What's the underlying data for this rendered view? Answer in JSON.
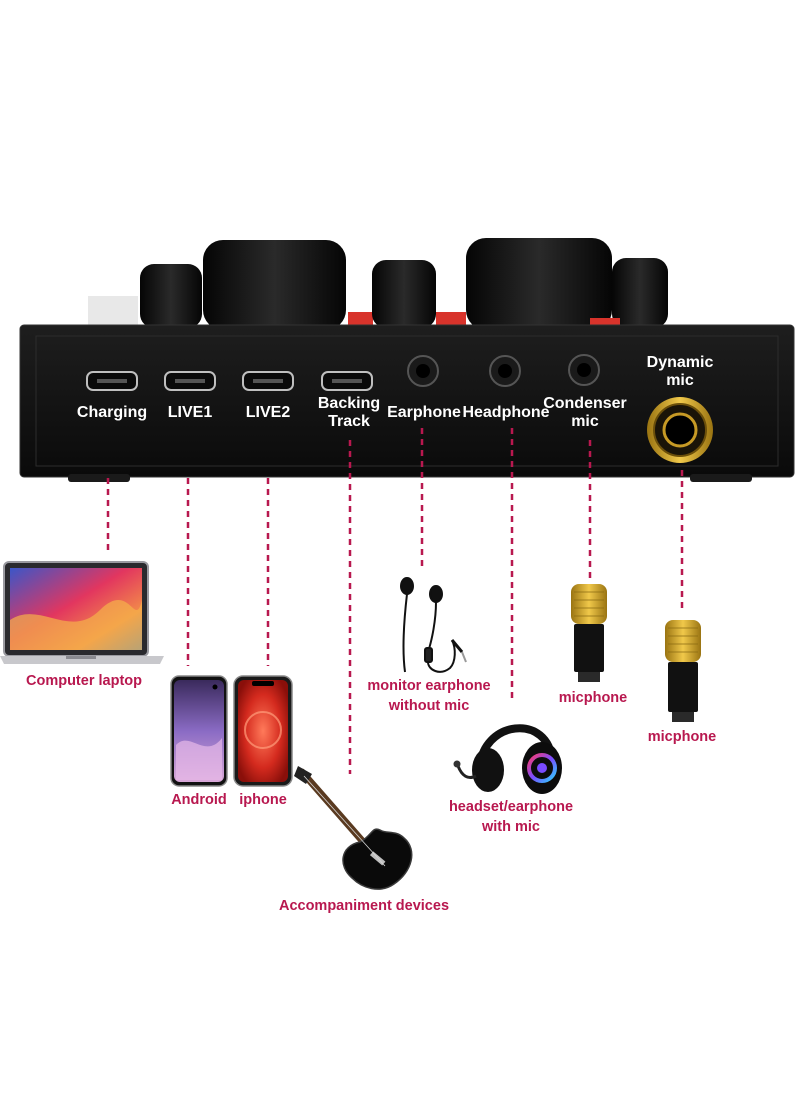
{
  "ports": {
    "charging": "Charging",
    "live1": "LIVE1",
    "live2": "LIVE2",
    "backing_track": "Backing\nTrack",
    "earphone": "Earphone",
    "headphone": "Headphone",
    "condenser_mic": "Condenser\nmic",
    "dynamic_mic": "Dynamic\nmic"
  },
  "devices": {
    "laptop": "Computer laptop",
    "android": "Android",
    "iphone": "iphone",
    "accompaniment": "Accompaniment devices",
    "monitor_earphone": "monitor earphone\nwithout mic",
    "headset": "headset/earphone\nwith mic",
    "micphone_condenser": "micphone",
    "micphone_dynamic": "micphone"
  },
  "colors": {
    "accent": "#b8184f",
    "device_body": "#111111",
    "port_label": "#ffffff",
    "gold": "#d4a21e"
  }
}
